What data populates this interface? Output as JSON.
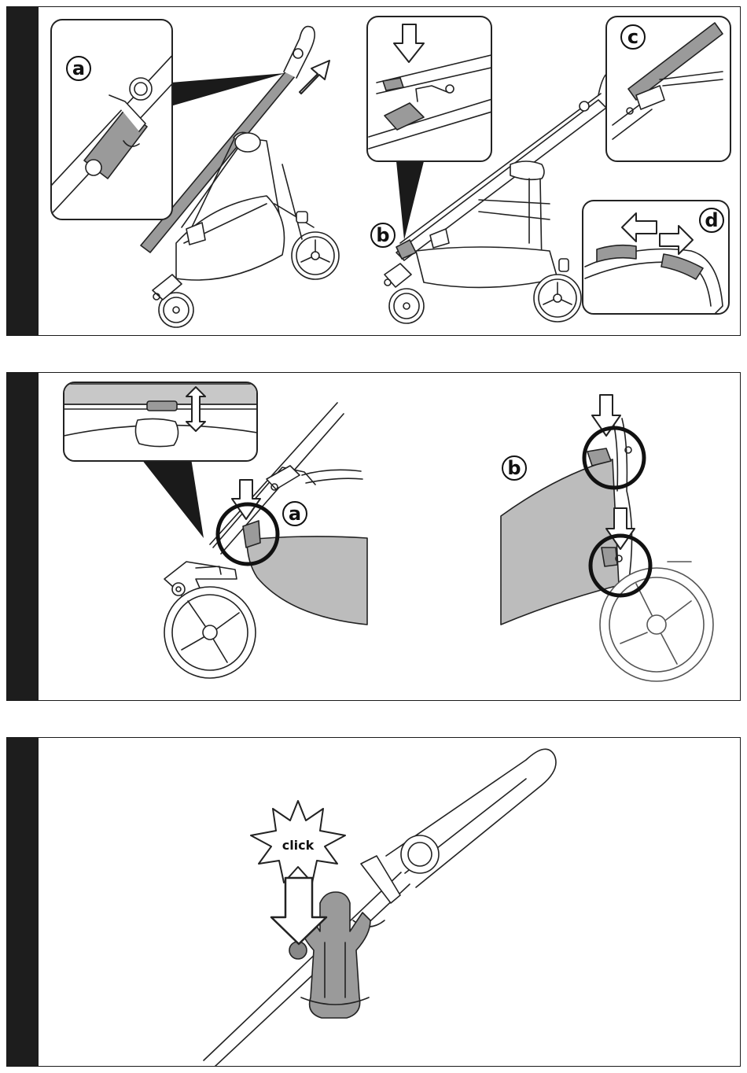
{
  "panels": [
    {
      "labels": {
        "a": "a",
        "b": "b",
        "c": "c",
        "d": "d"
      }
    },
    {
      "labels": {
        "a": "a",
        "b": "b"
      }
    },
    {
      "burst_text": "click"
    }
  ],
  "colors": {
    "frame": "#1d1d1d",
    "part_fill": "#9a9a9a",
    "basket_fill": "#c8c8c8",
    "line": "#222222"
  }
}
